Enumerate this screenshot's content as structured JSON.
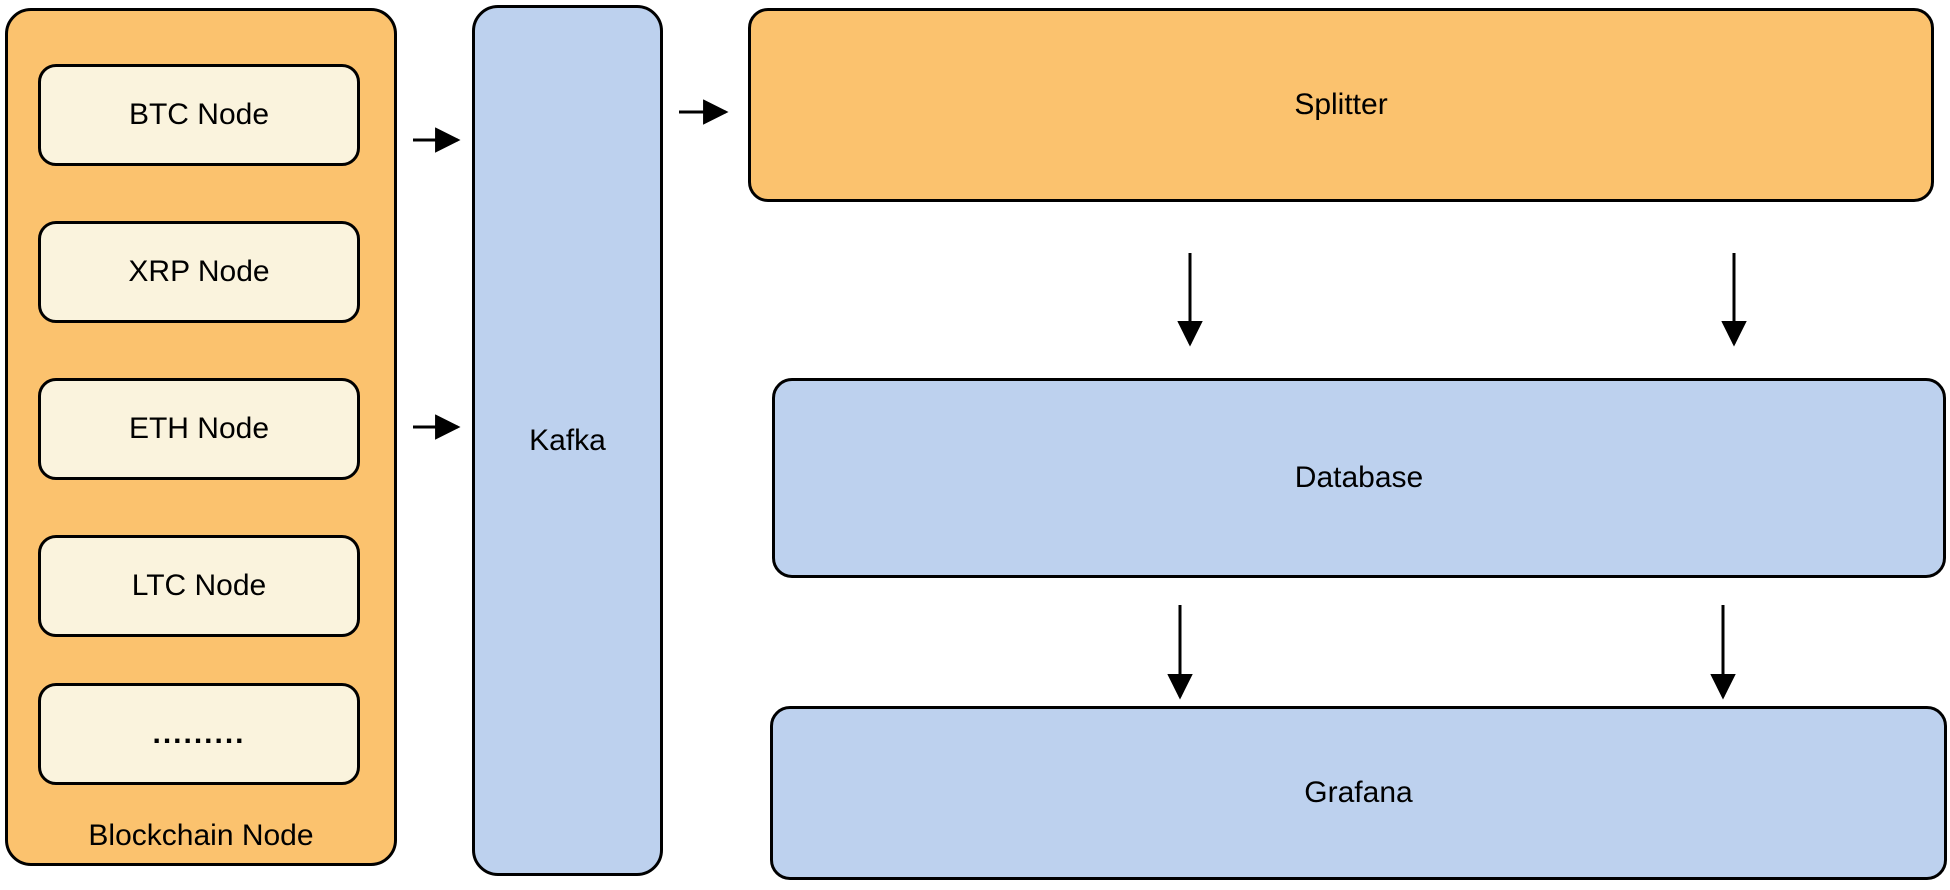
{
  "diagram": {
    "blockchain_panel": {
      "label": "Blockchain Node",
      "nodes": [
        "BTC Node",
        "XRP Node",
        "ETH Node",
        "LTC Node",
        "........."
      ]
    },
    "kafka": {
      "label": "Kafka"
    },
    "splitter": {
      "label": "Splitter"
    },
    "database": {
      "label": "Database"
    },
    "grafana": {
      "label": "Grafana"
    },
    "edges": [
      {
        "from": "blockchain-node",
        "to": "kafka"
      },
      {
        "from": "blockchain-node",
        "to": "kafka"
      },
      {
        "from": "kafka",
        "to": "splitter"
      },
      {
        "from": "splitter",
        "to": "database"
      },
      {
        "from": "splitter",
        "to": "database"
      },
      {
        "from": "database",
        "to": "grafana"
      },
      {
        "from": "database",
        "to": "grafana"
      }
    ],
    "colors": {
      "orange": "#FBC26E",
      "cream": "#FAF3DD",
      "blue": "#BDD1EE",
      "stroke": "#000000",
      "background": "#FFFFFF"
    }
  }
}
